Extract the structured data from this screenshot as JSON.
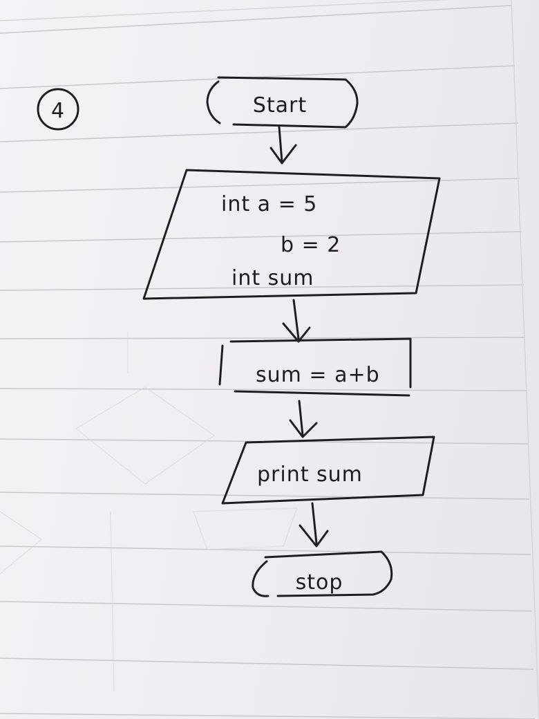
{
  "question_number": "4",
  "flowchart": {
    "start_label": "Start",
    "input_lines": [
      "int  a = 5",
      "b = 2",
      "int sum"
    ],
    "process_label": "sum = a+b",
    "output_label": "print sum",
    "stop_label": "stop"
  },
  "colors": {
    "paper": "#f1f0f3",
    "ink": "#1d1d24",
    "rule_lines": "#c9c8d2"
  }
}
